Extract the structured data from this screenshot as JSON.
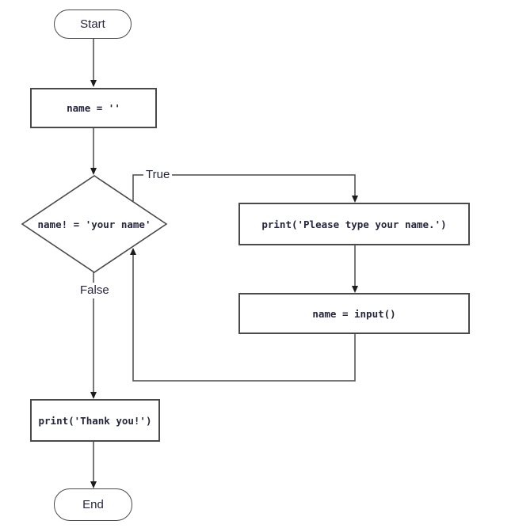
{
  "diagram": {
    "type": "flowchart",
    "nodes": {
      "start": "Start",
      "assign_empty": "name = ''",
      "decision": "name! = 'your name'",
      "print_prompt": "print('Please type your name.')",
      "assign_input": "name = input()",
      "print_thanks": "print('Thank you!')",
      "end": "End"
    },
    "branches": {
      "true_label": "True",
      "false_label": "False"
    },
    "colors": {
      "line": "#4a4a4a",
      "arrow": "#1c1c1c",
      "text": "#25253e",
      "background": "#ffffff"
    }
  }
}
